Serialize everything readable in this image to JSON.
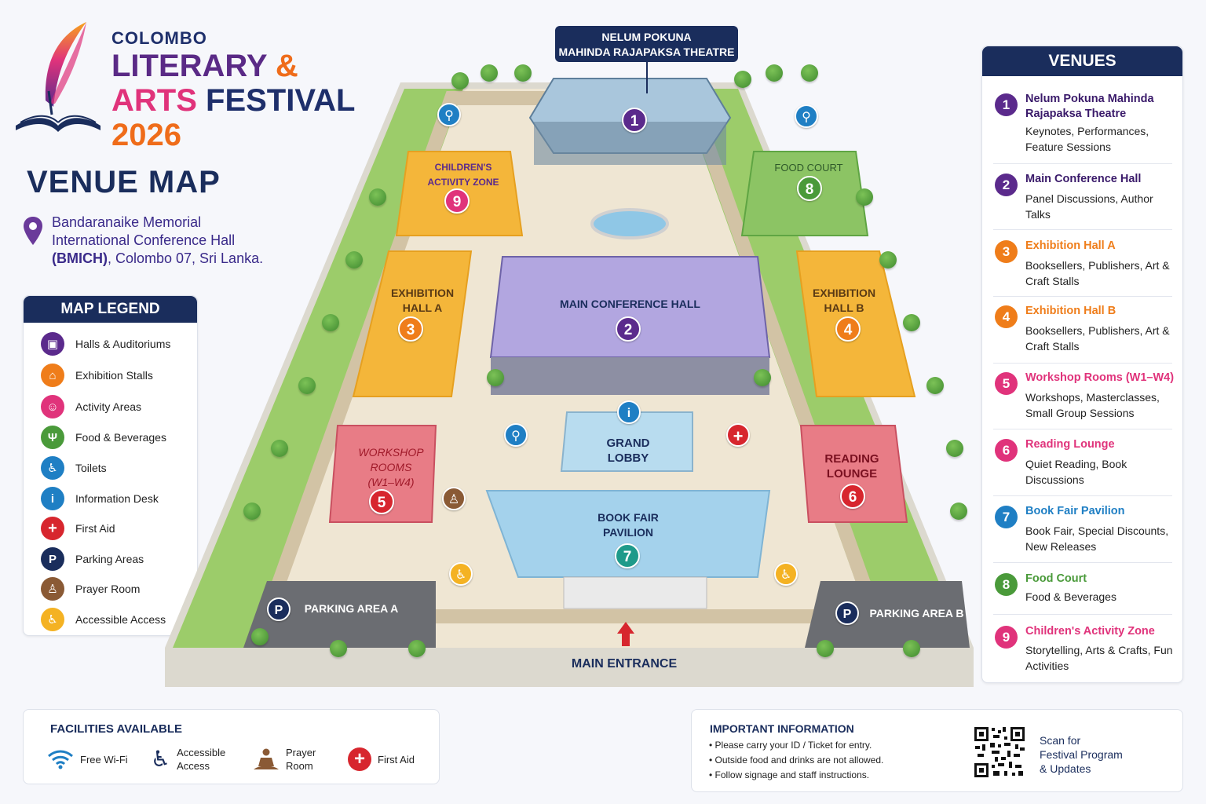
{
  "header": {
    "line1": "COLOMBO",
    "line2a": "LITERARY",
    "line2b": "&",
    "line3a": "ARTS",
    "line3b": "FESTIVAL",
    "line4": "2026",
    "page_title": "VENUE MAP",
    "address_l1": "Bandaranaike Memorial",
    "address_l2": "International Conference Hall",
    "address_l3a": "(BMICH)",
    "address_l3b": ", Colombo 07, Sri Lanka."
  },
  "legend": {
    "title": "MAP LEGEND",
    "items": [
      {
        "label": "Halls & Auditoriums",
        "icon": "hall-icon",
        "color": "#5b2a8c"
      },
      {
        "label": "Exhibition Stalls",
        "icon": "stall-icon",
        "color": "#ef7d1a"
      },
      {
        "label": "Activity Areas",
        "icon": "people-icon",
        "color": "#e0337b"
      },
      {
        "label": "Food & Beverages",
        "icon": "cutlery-icon",
        "color": "#4a9a3a"
      },
      {
        "label": "Toilets",
        "icon": "toilet-icon",
        "color": "#1f7fc4"
      },
      {
        "label": "Information Desk",
        "icon": "info-icon",
        "color": "#1f7fc4"
      },
      {
        "label": "First Aid",
        "icon": "first-aid-icon",
        "color": "#d7262e"
      },
      {
        "label": "Parking Areas",
        "icon": "parking-icon",
        "color": "#1a2d5c"
      },
      {
        "label": "Prayer Room",
        "icon": "prayer-icon",
        "color": "#8a5a35"
      },
      {
        "label": "Accessible Access",
        "icon": "wheelchair-icon",
        "color": "#f4b223"
      }
    ]
  },
  "map": {
    "top_title_l1": "NELUM POKUNA",
    "top_title_l2": "MAHINDA RAJAPAKSA THEATRE",
    "childrens_l1": "CHILDREN'S",
    "childrens_l2": "ACTIVITY ZONE",
    "food_court": "FOOD COURT",
    "exhibition_a_l1": "EXHIBITION",
    "exhibition_a_l2": "HALL A",
    "exhibition_b_l1": "EXHIBITION",
    "exhibition_b_l2": "HALL B",
    "main_conf": "MAIN CONFERENCE HALL",
    "grand_lobby_l1": "GRAND",
    "grand_lobby_l2": "LOBBY",
    "workshop_l1": "WORKSHOP",
    "workshop_l2": "ROOMS",
    "workshop_l3": "(W1–W4)",
    "reading_l1": "READING",
    "reading_l2": "LOUNGE",
    "book_fair_l1": "BOOK FAIR",
    "book_fair_l2": "PAVILION",
    "parking_a": "PARKING AREA A",
    "parking_b": "PARKING AREA B",
    "main_entrance": "MAIN ENTRANCE",
    "n1": "1",
    "n2": "2",
    "n3": "3",
    "n4": "4",
    "n5": "5",
    "n6": "6",
    "n7": "7",
    "n8": "8",
    "n9": "9",
    "info_glyph": "i",
    "parking_glyph": "P"
  },
  "venues": {
    "title": "VENUES",
    "items": [
      {
        "num": "1",
        "title": "Nelum Pokuna Mahinda Rajapaksa Theatre",
        "desc": "Keynotes, Performances, Feature Sessions",
        "color": "#5b2a8c"
      },
      {
        "num": "2",
        "title": "Main Conference Hall",
        "desc": "Panel Discussions, Author Talks",
        "color": "#5b2a8c"
      },
      {
        "num": "3",
        "title": "Exhibition Hall A",
        "desc": "Booksellers, Publishers, Art & Craft Stalls",
        "color": "#ef7d1a"
      },
      {
        "num": "4",
        "title": "Exhibition Hall B",
        "desc": "Booksellers, Publishers, Art & Craft Stalls",
        "color": "#ef7d1a"
      },
      {
        "num": "5",
        "title": "Workshop Rooms (W1–W4)",
        "desc": "Workshops, Masterclasses, Small Group Sessions",
        "color": "#e0337b"
      },
      {
        "num": "6",
        "title": "Reading Lounge",
        "desc": "Quiet Reading, Book Discussions",
        "color": "#e0337b"
      },
      {
        "num": "7",
        "title": "Book Fair Pavilion",
        "desc": "Book Fair, Special Discounts, New Releases",
        "color": "#1f7fc4"
      },
      {
        "num": "8",
        "title": "Food Court",
        "desc": "Food & Beverages",
        "color": "#4a9a3a"
      },
      {
        "num": "9",
        "title": "Children's Activity Zone",
        "desc": "Storytelling, Arts & Crafts, Fun Activities",
        "color": "#e0337b"
      }
    ]
  },
  "facilities": {
    "title": "FACILITIES AVAILABLE",
    "wifi": "Free Wi-Fi",
    "accessible_l1": "Accessible",
    "accessible_l2": "Access",
    "prayer_l1": "Prayer",
    "prayer_l2": "Room",
    "first_aid": "First Aid"
  },
  "important": {
    "title": "IMPORTANT INFORMATION",
    "items": [
      "• Please carry your ID / Ticket for entry.",
      "• Outside food and drinks are not allowed.",
      "• Follow signage and staff instructions."
    ],
    "qr_l1": "Scan for",
    "qr_l2": "Festival Program",
    "qr_l3": "& Updates"
  }
}
